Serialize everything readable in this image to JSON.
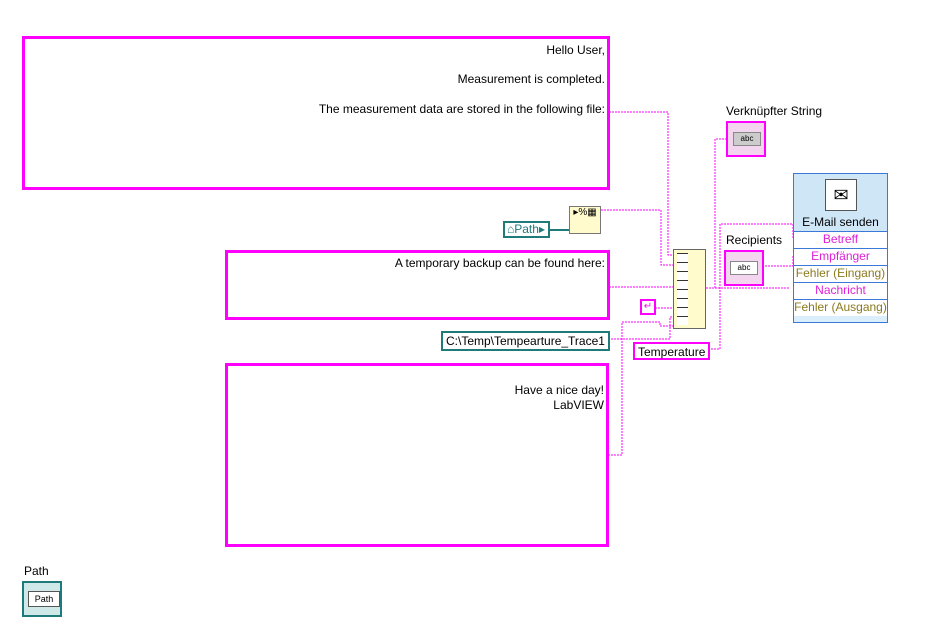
{
  "strings": {
    "hello": "Hello User,",
    "completed": "Measurement is completed.",
    "stored": "The measurement data are stored in the following file:",
    "backup": "A temporary backup can be found here:",
    "path_const": "C:\\Temp\\Tempearture_Trace1",
    "nice_day": "Have a nice day!",
    "signature": "LabVIEW",
    "temperature": "Temperature"
  },
  "labels": {
    "verknuepfter": "Verknüpfter String",
    "recipients": "Recipients",
    "path_control": "Path",
    "path_terminal": "Path",
    "abc": "abc"
  },
  "email_node": {
    "title": "E-Mail senden",
    "rows": [
      "Betreff",
      "Empfänger",
      "Fehler (Eingang)",
      "Nachricht",
      "Fehler (Ausgang)"
    ]
  },
  "colors": {
    "string_wire": "#ff00ff",
    "path_wire": "#1f7a7a",
    "error_text": "#8c7a1e",
    "node_border": "#3c78d8"
  }
}
